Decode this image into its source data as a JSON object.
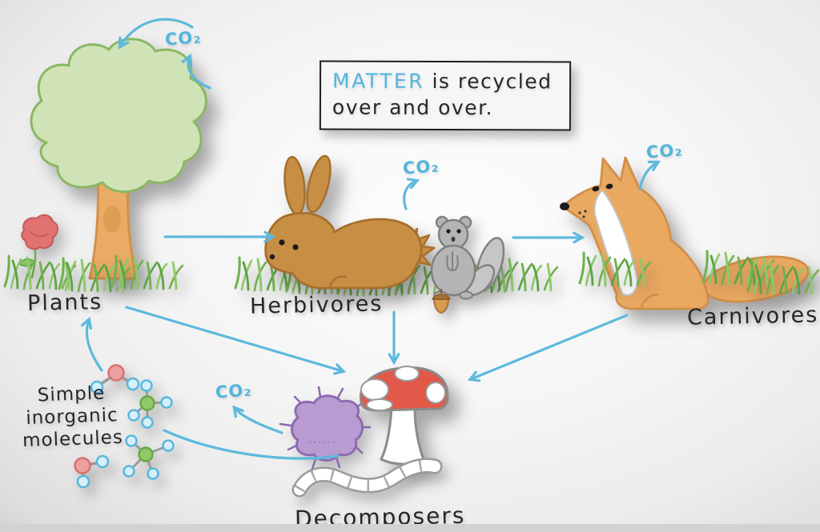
{
  "title_box": {
    "highlight": "MATTER",
    "rest": " is recycled",
    "line2": "over and over."
  },
  "co2_label": "CO₂",
  "nodes": {
    "plants": "Plants",
    "herbivores": "Herbivores",
    "carnivores": "Carnivores",
    "decomposers": "Decomposers",
    "molecules_line1": "Simple",
    "molecules_line2": "inorganic",
    "molecules_line3": "molecules"
  },
  "diagram": {
    "type": "matter-cycle",
    "edges": [
      "co2 → plants",
      "plants → co2",
      "plants → herbivores",
      "herbivores → co2",
      "herbivores → carnivores",
      "carnivores → co2",
      "plants → decomposers",
      "herbivores → decomposers",
      "carnivores → decomposers",
      "decomposers → co2",
      "decomposers → simple-inorganic-molecules",
      "simple-inorganic-molecules → plants"
    ],
    "illustrations": [
      "tree",
      "flower",
      "grass",
      "rabbit",
      "squirrel",
      "acorn",
      "fox",
      "microbe",
      "mushroom",
      "worm",
      "water-molecules",
      "methane-molecules"
    ]
  },
  "colors": {
    "arrow": "#5db9dd",
    "co2_text": "#53b5dc",
    "ink": "#26262b",
    "tree_canopy": "#cfe3b6",
    "tree_trunk": "#eaab64",
    "rabbit": "#c78f44",
    "squirrel": "#b5b5b5",
    "fox": "#eaa961",
    "mushroom_cap": "#e2594a",
    "microbe": "#b79bd1",
    "grass": "#6fb14c",
    "molecule_red": "#eb9f9f",
    "molecule_green": "#90c968",
    "molecule_atom_outline": "#59b7dd"
  }
}
